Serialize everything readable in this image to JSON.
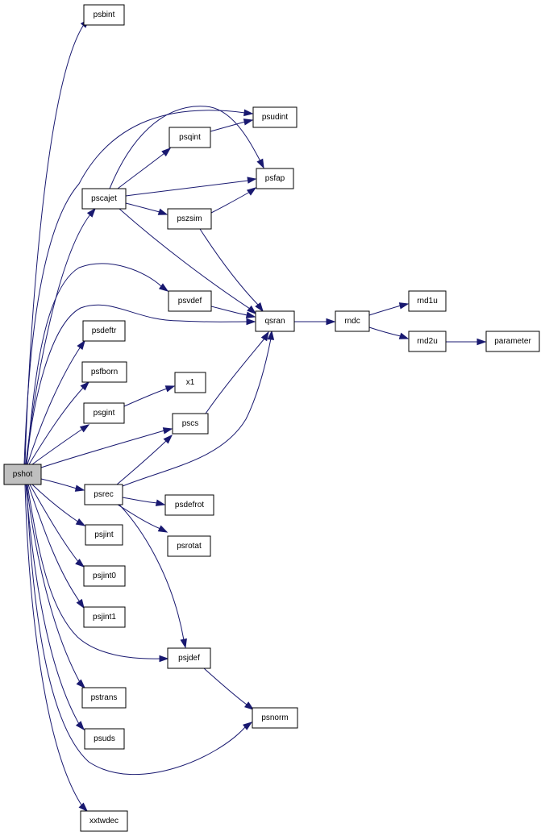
{
  "nodes": {
    "pshot": "pshot",
    "psbint": "psbint",
    "psudint": "psudint",
    "psqint": "psqint",
    "psfap": "psfap",
    "pscajet": "pscajet",
    "pszsim": "pszsim",
    "psvdef": "psvdef",
    "qsran": "qsran",
    "rndc": "rndc",
    "rnd1u": "rnd1u",
    "rnd2u": "rnd2u",
    "parameter": "parameter",
    "psdeftr": "psdeftr",
    "psfborn": "psfborn",
    "x1": "x1",
    "psgint": "psgint",
    "pscs": "pscs",
    "psrec": "psrec",
    "psdefrot": "psdefrot",
    "psjint": "psjint",
    "psrotat": "psrotat",
    "psjint0": "psjint0",
    "psjint1": "psjint1",
    "psjdef": "psjdef",
    "pstrans": "pstrans",
    "psnorm": "psnorm",
    "psuds": "psuds",
    "xxtwdec": "xxtwdec"
  },
  "root": "pshot",
  "colors": {
    "edge": "#191970",
    "root_fill": "#bfbfbf",
    "node_fill": "#ffffff",
    "border": "#000000"
  },
  "edges": [
    [
      "pshot",
      "psbint"
    ],
    [
      "pshot",
      "psudint"
    ],
    [
      "pshot",
      "pscajet"
    ],
    [
      "pshot",
      "psvdef"
    ],
    [
      "pshot",
      "qsran"
    ],
    [
      "pshot",
      "psdeftr"
    ],
    [
      "pshot",
      "psfborn"
    ],
    [
      "pshot",
      "psgint"
    ],
    [
      "pshot",
      "pscs"
    ],
    [
      "pshot",
      "psrec"
    ],
    [
      "pshot",
      "psjint"
    ],
    [
      "pshot",
      "psjint0"
    ],
    [
      "pshot",
      "psjint1"
    ],
    [
      "pshot",
      "psjdef"
    ],
    [
      "pshot",
      "pstrans"
    ],
    [
      "pshot",
      "psuds"
    ],
    [
      "pshot",
      "psnorm"
    ],
    [
      "pshot",
      "xxtwdec"
    ],
    [
      "pscajet",
      "psfap"
    ],
    [
      "pscajet",
      "psqint"
    ],
    [
      "pscajet",
      "pszsim"
    ],
    [
      "pscajet",
      "qsran"
    ],
    [
      "psqint",
      "psudint"
    ],
    [
      "pszsim",
      "psfap"
    ],
    [
      "pszsim",
      "qsran"
    ],
    [
      "psvdef",
      "qsran"
    ],
    [
      "qsran",
      "rndc"
    ],
    [
      "rndc",
      "rnd1u"
    ],
    [
      "rndc",
      "rnd2u"
    ],
    [
      "rnd2u",
      "parameter"
    ],
    [
      "psgint",
      "x1"
    ],
    [
      "pscs",
      "qsran"
    ],
    [
      "psrec",
      "pscs"
    ],
    [
      "psrec",
      "qsran"
    ],
    [
      "psrec",
      "psdefrot"
    ],
    [
      "psrec",
      "psrotat"
    ],
    [
      "psrec",
      "psjdef"
    ],
    [
      "psjdef",
      "psnorm"
    ]
  ]
}
